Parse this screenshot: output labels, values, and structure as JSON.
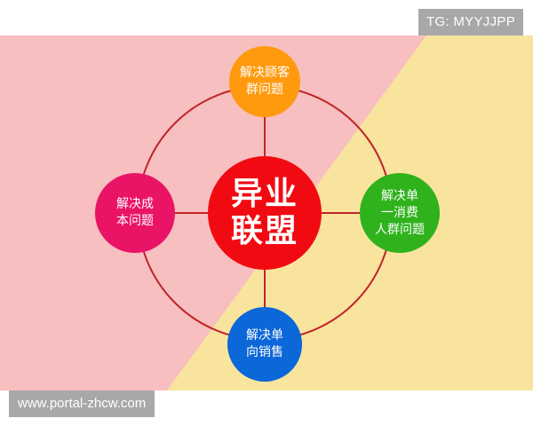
{
  "watermarks": {
    "top_right": "TG: MYYJJPP",
    "bottom_left": "www.portal-zhcw.com"
  },
  "diagram": {
    "colors": {
      "background_left": "#f7bfbf",
      "background_right": "#f9e49e",
      "ring": "#c0242b",
      "center": "#f20a12",
      "top": "#ff9a0e",
      "left": "#ea1467",
      "right": "#2fb21c",
      "bottom": "#0c67d8"
    },
    "center": {
      "label": "异业\n联盟"
    },
    "nodes": {
      "top": {
        "label": "解决顾客\n群问题"
      },
      "left": {
        "label": "解决成\n本问题"
      },
      "right": {
        "label": "解决单\n一消费\n人群问题"
      },
      "bottom": {
        "label": "解决单\n向销售"
      }
    }
  }
}
